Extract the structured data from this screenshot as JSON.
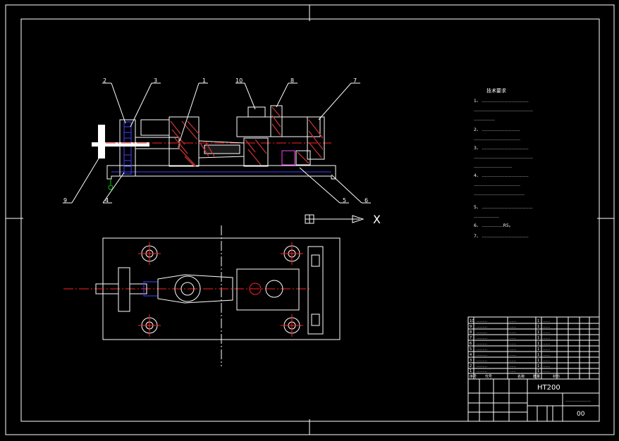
{
  "drawing": {
    "background": "#000000",
    "line_color": "#ffffff",
    "accent_red": "#ff2020",
    "accent_blue": "#4040ff",
    "accent_green": "#00cc00",
    "accent_magenta": "#ff40ff",
    "hatch_red": "#c83232"
  },
  "callouts": [
    "1",
    "2",
    "3",
    "4",
    "5",
    "6",
    "7",
    "8",
    "9",
    "10"
  ],
  "axis": {
    "x_label": "X"
  },
  "notes": {
    "title": "技术要求",
    "lines": [
      "1、 ……………………………",
      "……………………………………",
      "……………",
      "2、 ………………………",
      "……………………………",
      "3、 ……………………………",
      "……………………………………",
      "………………………",
      "4、 ……………………………",
      "……………………………",
      "………………………………",
      "5、 ………………………………",
      "………………",
      "6、 ……………R5。",
      "7、 ……………………………"
    ]
  },
  "title_block": {
    "material": "HT200",
    "drawing_no": "00",
    "drawing_name": "………………",
    "bom_header": [
      "序号",
      "代号",
      "名称",
      "数量",
      "材料"
    ],
    "bom_rows": [
      [
        "10",
        "………",
        "……",
        "1",
        "……"
      ],
      [
        "9",
        "………",
        "……",
        "1",
        "……"
      ],
      [
        "8",
        "………",
        "……",
        "1",
        "……"
      ],
      [
        "7",
        "………",
        "……",
        "1",
        "……"
      ],
      [
        "6",
        "………",
        "……",
        "1",
        "……"
      ],
      [
        "5",
        "………",
        "……",
        "1",
        "……"
      ],
      [
        "4",
        "………",
        "……",
        "1",
        "……"
      ],
      [
        "3",
        "………",
        "……",
        "1",
        "……"
      ],
      [
        "2",
        "………",
        "……",
        "1",
        "……"
      ],
      [
        "1",
        "………",
        "……",
        "1",
        "……"
      ]
    ]
  }
}
